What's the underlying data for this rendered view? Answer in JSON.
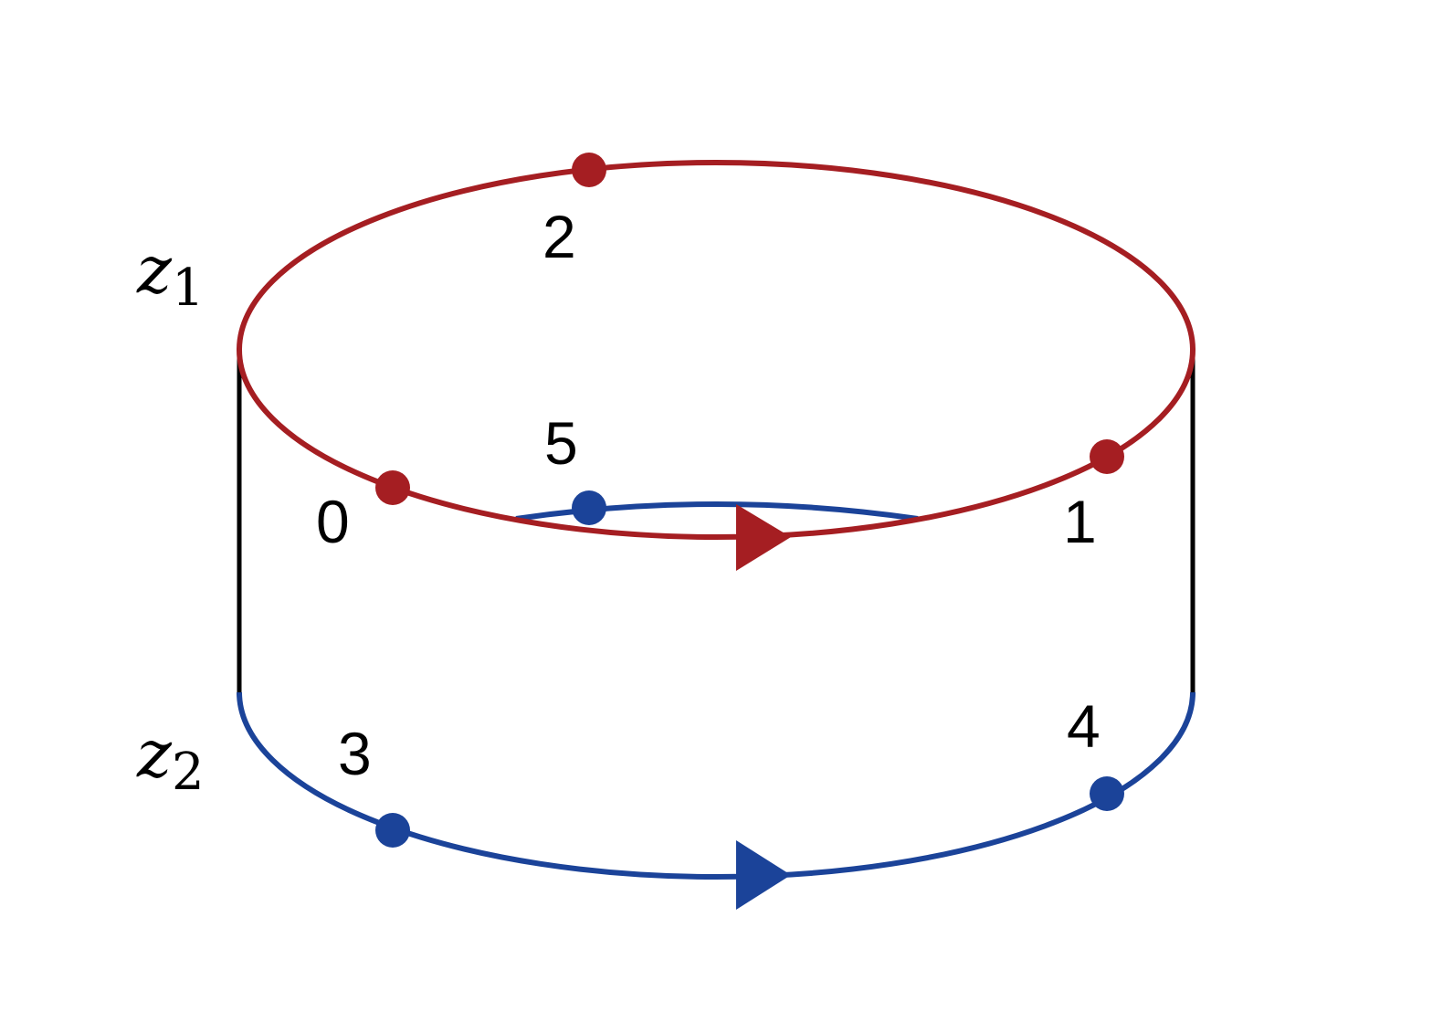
{
  "colors": {
    "red": "#A51E22",
    "blue": "#1B4399",
    "line": "#000000"
  },
  "labels": {
    "z1_var": "z",
    "z1_sub": "1",
    "z2_var": "z",
    "z2_sub": "2",
    "points": {
      "p0": "0",
      "p1": "1",
      "p2": "2",
      "p3": "3",
      "p4": "4",
      "p5": "5"
    }
  }
}
